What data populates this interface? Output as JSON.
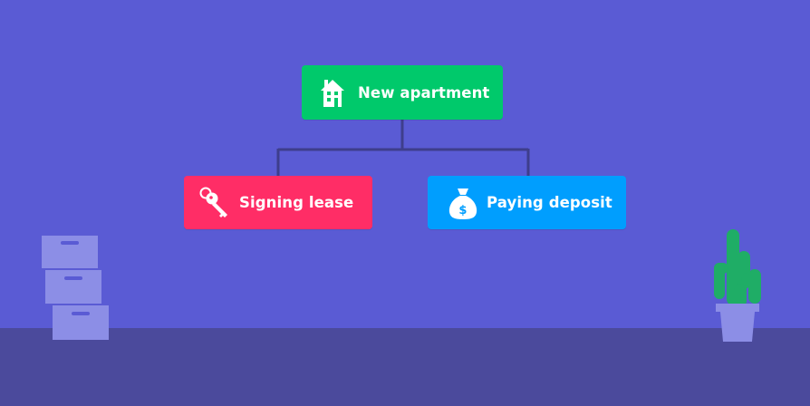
{
  "colors": {
    "background": "#5a5bd4",
    "floor": "#4b4a9c",
    "connector": "#3e3e8c",
    "root_node": "#00c96b",
    "left_node": "#ff2d66",
    "right_node": "#009efe",
    "box_fill": "#8c8ee6",
    "plant_leaf": "#1fad66",
    "pot": "#8c8ee6"
  },
  "diagram": {
    "root": {
      "label": "New apartment",
      "icon": "house-icon"
    },
    "children": [
      {
        "label": "Signing lease",
        "icon": "key-icon"
      },
      {
        "label": "Paying deposit",
        "icon": "money-bag-icon",
        "icon_symbol": "$"
      }
    ]
  },
  "decorations": {
    "left": "stacked-boxes",
    "right": "potted-cactus"
  }
}
